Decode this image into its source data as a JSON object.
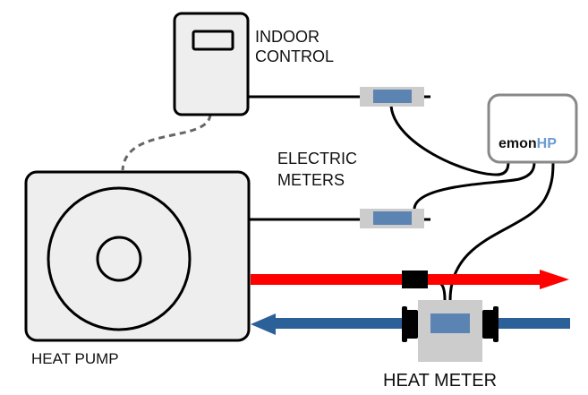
{
  "labels": {
    "indoor_control_line1": "INDOOR",
    "indoor_control_line2": "CONTROL",
    "electric_meters_line1": "ELECTRIC",
    "electric_meters_line2": "METERS",
    "heat_pump": "HEAT PUMP",
    "heat_meter": "HEAT METER",
    "emonhp_part1": "emon",
    "emonhp_part2": "HP"
  },
  "colors": {
    "flow": "#ff0000",
    "return": "#2c6099",
    "meter_display": "#5b84b3",
    "device_fill": "#eeeeee",
    "meter_body": "#cccccc",
    "emonhp_accent": "#6b9bd2",
    "emonhp_border": "#888888"
  }
}
